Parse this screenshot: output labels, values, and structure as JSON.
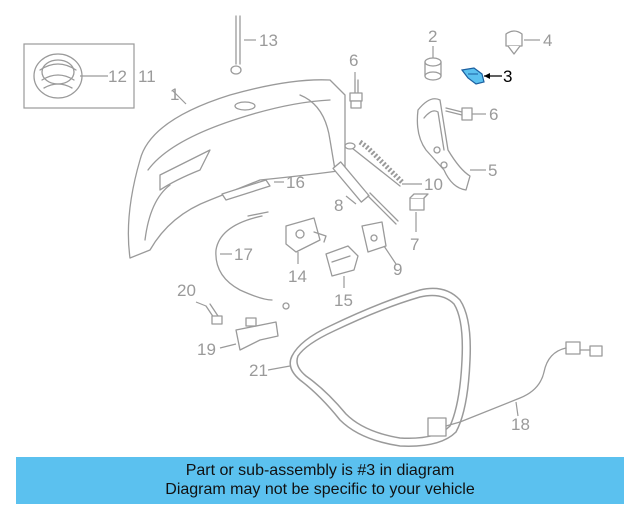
{
  "highlight_color": "#5bc1ef",
  "highlighted_part": "3",
  "callouts": {
    "c1": "1",
    "c2": "2",
    "c3": "3",
    "c4": "4",
    "c5": "5",
    "c6a": "6",
    "c6b": "6",
    "c7": "7",
    "c8": "8",
    "c9": "9",
    "c10": "10",
    "c11": "11",
    "c12": "12",
    "c13": "13",
    "c14": "14",
    "c15": "15",
    "c16": "16",
    "c17": "17",
    "c18": "18",
    "c19": "19",
    "c20": "20",
    "c21": "21"
  },
  "banner": {
    "line1": "Part or sub-assembly is #3 in diagram",
    "line2": "Diagram may not be specific to your vehicle"
  }
}
